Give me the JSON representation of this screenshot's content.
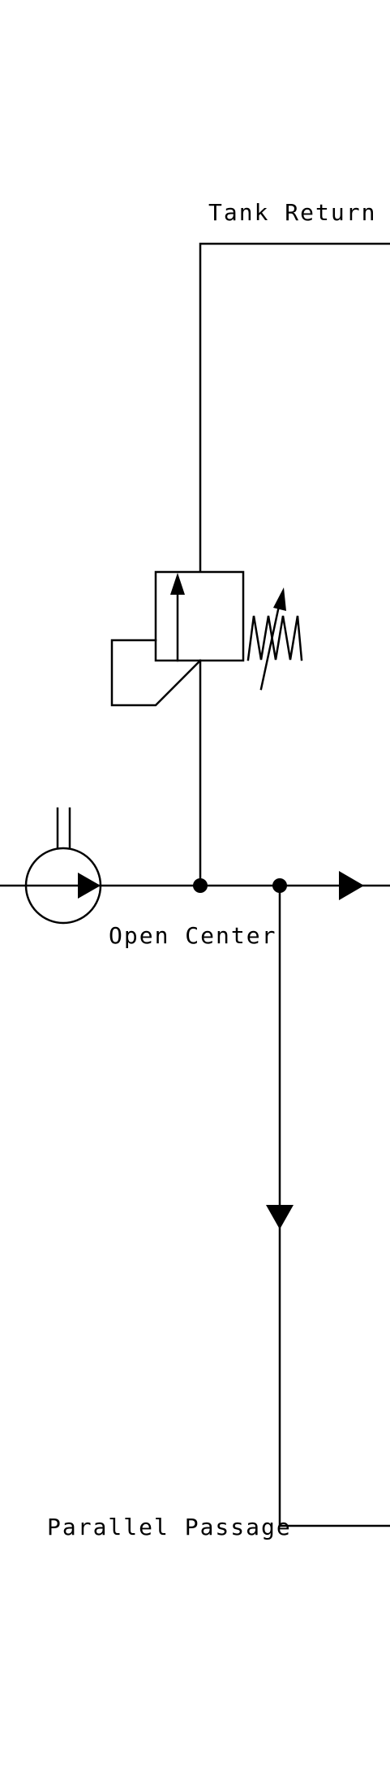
{
  "labels": {
    "tank_return": "Tank Return",
    "open_center": "Open Center",
    "parallel_passage": "Parallel Passage"
  },
  "colors": {
    "line": "#000000",
    "background": "#ffffff"
  },
  "symbols": [
    "pump-symbol",
    "relief-valve-symbol",
    "adjustable-spring-symbol",
    "flow-arrow-symbol",
    "junction-dot-symbol"
  ]
}
